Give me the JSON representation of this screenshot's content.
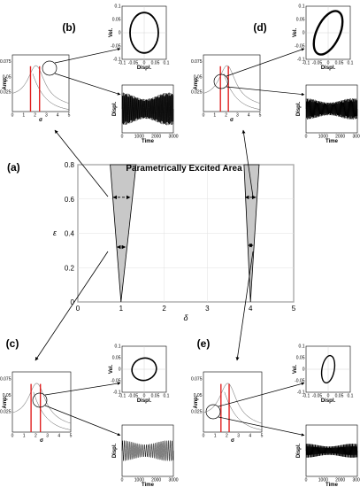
{
  "figure": {
    "main": {
      "label": "(a)",
      "title": "Parametrically Excited Area",
      "xlabel": "δ",
      "ylabel": "ε",
      "xticks": [
        "0",
        "1",
        "2",
        "3",
        "4",
        "5"
      ],
      "yticks": [
        "0",
        "0.2",
        "0.4",
        "0.6",
        "0.8"
      ],
      "xlim": [
        0,
        5
      ],
      "ylim": [
        0,
        0.8
      ],
      "regions": [
        {
          "tip": [
            1.0,
            0.0
          ],
          "top_left": [
            0.75,
            0.8
          ],
          "top_right": [
            1.35,
            0.8
          ]
        },
        {
          "tip": [
            4.0,
            0.0
          ],
          "top_left": [
            3.85,
            0.8
          ],
          "top_right": [
            4.2,
            0.8
          ]
        }
      ],
      "markers": [
        {
          "delta_from": 0.82,
          "delta_to": 1.21,
          "eps": 0.61
        },
        {
          "delta_from": 0.91,
          "delta_to": 1.1,
          "eps": 0.32
        },
        {
          "delta_from": 3.88,
          "delta_to": 4.12,
          "eps": 0.61
        },
        {
          "delta_from": 3.95,
          "delta_to": 4.06,
          "eps": 0.33
        }
      ]
    },
    "panels": [
      {
        "id": "b",
        "label": "(b)",
        "amp": {
          "ylabel": "Amp.",
          "xlabel": "σ",
          "yticks": [
            "0.075",
            "0.05",
            "0.025"
          ],
          "xticks": [
            "0",
            "1",
            "2",
            "3",
            "4",
            "5"
          ],
          "red_lines": [
            1.6,
            2.4
          ]
        },
        "phase": {
          "xlabel": "Displ.",
          "ylabel": "Vel.",
          "xticks": [
            "-0.1",
            "-0.05",
            "0",
            "0.05",
            "0.1"
          ],
          "yticks": [
            "0.1",
            "0.05",
            "0",
            "-0.05",
            "-0.1"
          ]
        },
        "time": {
          "xlabel": "Time",
          "ylabel": "Displ.",
          "xticks": [
            "0",
            "1000",
            "2000",
            "3000"
          ]
        }
      },
      {
        "id": "c",
        "label": "(c)",
        "amp": {
          "ylabel": "Amp.",
          "xlabel": "σ",
          "yticks": [
            "0.075",
            "0.05",
            "0.025"
          ],
          "xticks": [
            "0",
            "1",
            "2",
            "3",
            "4",
            "5"
          ],
          "red_lines": [
            1.6,
            2.4
          ]
        },
        "phase": {
          "xlabel": "Displ.",
          "ylabel": "Vel.",
          "xticks": [
            "-0.1",
            "-0.05",
            "0",
            "0.05",
            "0.1"
          ],
          "yticks": [
            "0.1",
            "0.05",
            "0",
            "-0.05",
            "-0.1"
          ]
        },
        "time": {
          "xlabel": "Time",
          "ylabel": "Displ.",
          "xticks": [
            "0",
            "1000",
            "2000",
            "3000"
          ]
        }
      },
      {
        "id": "d",
        "label": "(d)",
        "amp": {
          "ylabel": "Amp.",
          "xlabel": "σ",
          "yticks": [
            "0.075",
            "0.05",
            "0.025"
          ],
          "xticks": [
            "0",
            "1",
            "2",
            "3",
            "4",
            "5"
          ],
          "red_lines": [
            1.5,
            2.2
          ]
        },
        "phase": {
          "xlabel": "Displ.",
          "ylabel": "Vel.",
          "xticks": [
            "-0.1",
            "-0.05",
            "0",
            "0.05",
            "0.1"
          ],
          "yticks": [
            "0.1",
            "0.05",
            "0",
            "-0.05",
            "-0.1"
          ]
        },
        "time": {
          "xlabel": "Time",
          "ylabel": "Displ.",
          "xticks": [
            "0",
            "1000",
            "2000",
            "3000"
          ]
        }
      },
      {
        "id": "e",
        "label": "(e)",
        "amp": {
          "ylabel": "Amp.",
          "xlabel": "σ",
          "yticks": [
            "0.075",
            "0.05",
            "0.025"
          ],
          "xticks": [
            "0",
            "1",
            "2",
            "3",
            "4",
            "5"
          ],
          "red_lines": [
            1.5,
            2.2
          ]
        },
        "phase": {
          "xlabel": "Displ.",
          "ylabel": "Vel.",
          "xticks": [
            "-0.1",
            "-0.05",
            "0",
            "0.05",
            "0.1"
          ],
          "yticks": [
            "0.1",
            "0.05",
            "0",
            "-0.05",
            "-0.1"
          ]
        },
        "time": {
          "xlabel": "Time",
          "ylabel": "Displ.",
          "xticks": [
            "0",
            "1000",
            "2000",
            "3000"
          ]
        }
      }
    ],
    "colors": {
      "region_fill": "#c8c8c8",
      "red_line": "#e02020",
      "curve": "#000000",
      "grid": "#e0e0e0"
    }
  }
}
